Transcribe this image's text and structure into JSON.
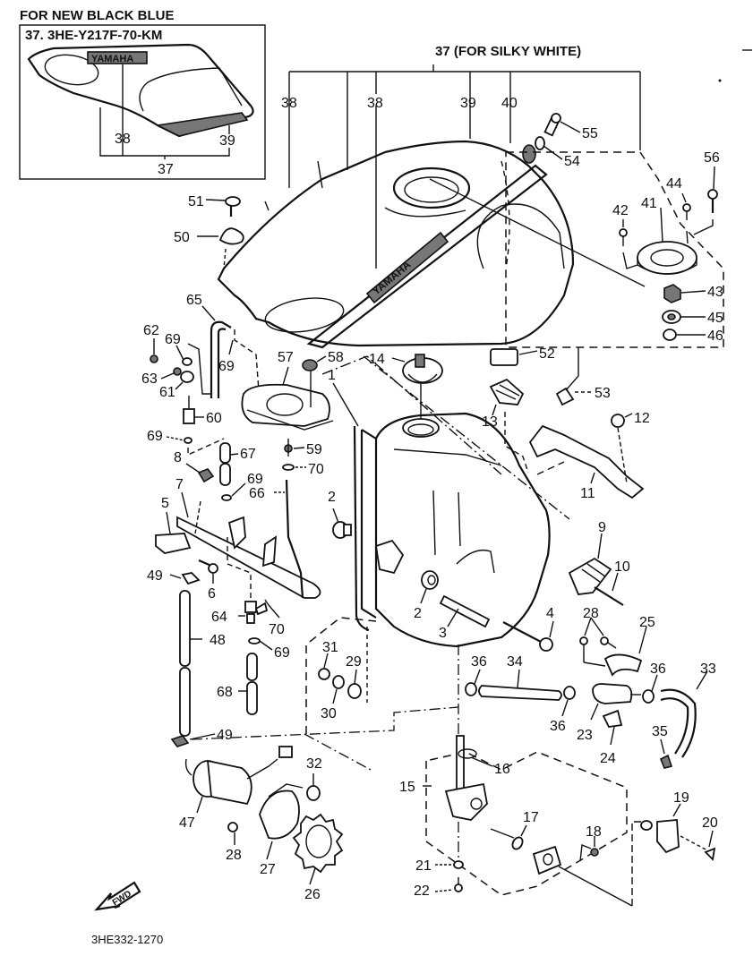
{
  "diagram": {
    "title_variant": "FOR NEW BLACK BLUE",
    "variant_part": "37. 3HE-Y217F-70-KM",
    "silky_white_label": "37 (FOR SILKY WHITE)",
    "tank_brand": "YAMAHA",
    "forward_arrow": "FWD",
    "drawing_number": "3HE332-1270",
    "inset_callouts": [
      "38",
      "39",
      "37"
    ],
    "callouts": {
      "c1": "1",
      "c2a": "2",
      "c2b": "2",
      "c3": "3",
      "c4": "4",
      "c5": "5",
      "c6": "6",
      "c7": "7",
      "c8": "8",
      "c9": "9",
      "c10": "10",
      "c11": "11",
      "c12": "12",
      "c13": "13",
      "c14": "14",
      "c15": "15",
      "c16": "16",
      "c17": "17",
      "c18": "18",
      "c19": "19",
      "c20": "20",
      "c21": "21",
      "c22": "22",
      "c23": "23",
      "c24": "24",
      "c25": "25",
      "c26": "26",
      "c27": "27",
      "c28a": "28",
      "c28b": "28",
      "c29": "29",
      "c30": "30",
      "c31": "31",
      "c32": "32",
      "c33": "33",
      "c34": "34",
      "c35": "35",
      "c36a": "36",
      "c36b": "36",
      "c36c": "36",
      "c38a": "38",
      "c38b": "38",
      "c39": "39",
      "c40": "40",
      "c41": "41",
      "c42": "42",
      "c43": "43",
      "c44": "44",
      "c45": "45",
      "c46": "46",
      "c47": "47",
      "c48": "48",
      "c49a": "49",
      "c49b": "49",
      "c50": "50",
      "c51": "51",
      "c52": "52",
      "c53": "53",
      "c54": "54",
      "c55": "55",
      "c56": "56",
      "c57": "57",
      "c58": "58",
      "c59": "59",
      "c60": "60",
      "c61": "61",
      "c62": "62",
      "c63": "63",
      "c64": "64",
      "c65": "65",
      "c66": "66",
      "c67": "67",
      "c68": "68",
      "c69a": "69",
      "c69b": "69",
      "c69c": "69",
      "c69d": "69",
      "c69e": "69",
      "c70a": "70",
      "c70b": "70"
    }
  }
}
